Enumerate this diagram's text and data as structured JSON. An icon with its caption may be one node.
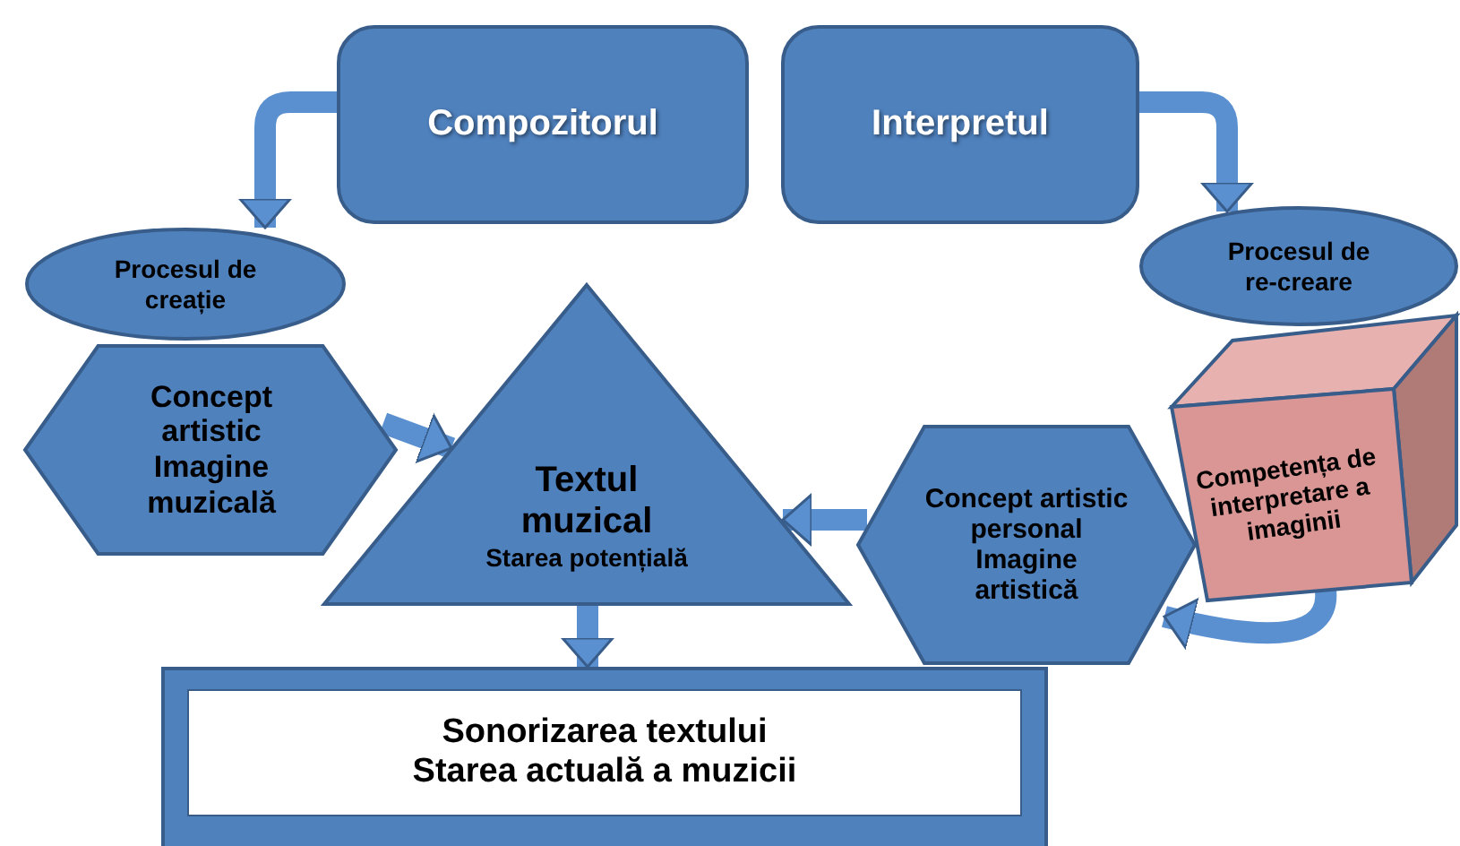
{
  "diagram": {
    "nodes": [
      {
        "text": [
          "Compozitorul"
        ]
      },
      {
        "text": [
          "Interpretul"
        ]
      },
      {
        "text": [
          "Procesul de creație"
        ]
      },
      {
        "text": [
          "Procesul de re-creare"
        ]
      },
      {
        "text": [
          "Concept artistic",
          "Imagine muzicală"
        ]
      },
      {
        "text": [
          "Textul muzical",
          "Starea potențială"
        ]
      },
      {
        "text": [
          "Concept artistic personal",
          "Imagine artistică"
        ]
      },
      {
        "text": [
          "Competența de interpretare a imaginii"
        ]
      },
      {
        "text": [
          "Sonorizarea textului",
          "Starea actuală a muzicii"
        ]
      }
    ],
    "edges": [
      {
        "from": 0,
        "to": 2,
        "arrow": "to"
      },
      {
        "from": 1,
        "to": 3,
        "arrow": "to"
      },
      {
        "from": 4,
        "to": 5,
        "arrow": "to"
      },
      {
        "from": 6,
        "to": 5,
        "arrow": "to"
      },
      {
        "from": 7,
        "to": 6,
        "arrow": "to"
      },
      {
        "from": 5,
        "to": 8,
        "arrow": "to"
      }
    ]
  }
}
